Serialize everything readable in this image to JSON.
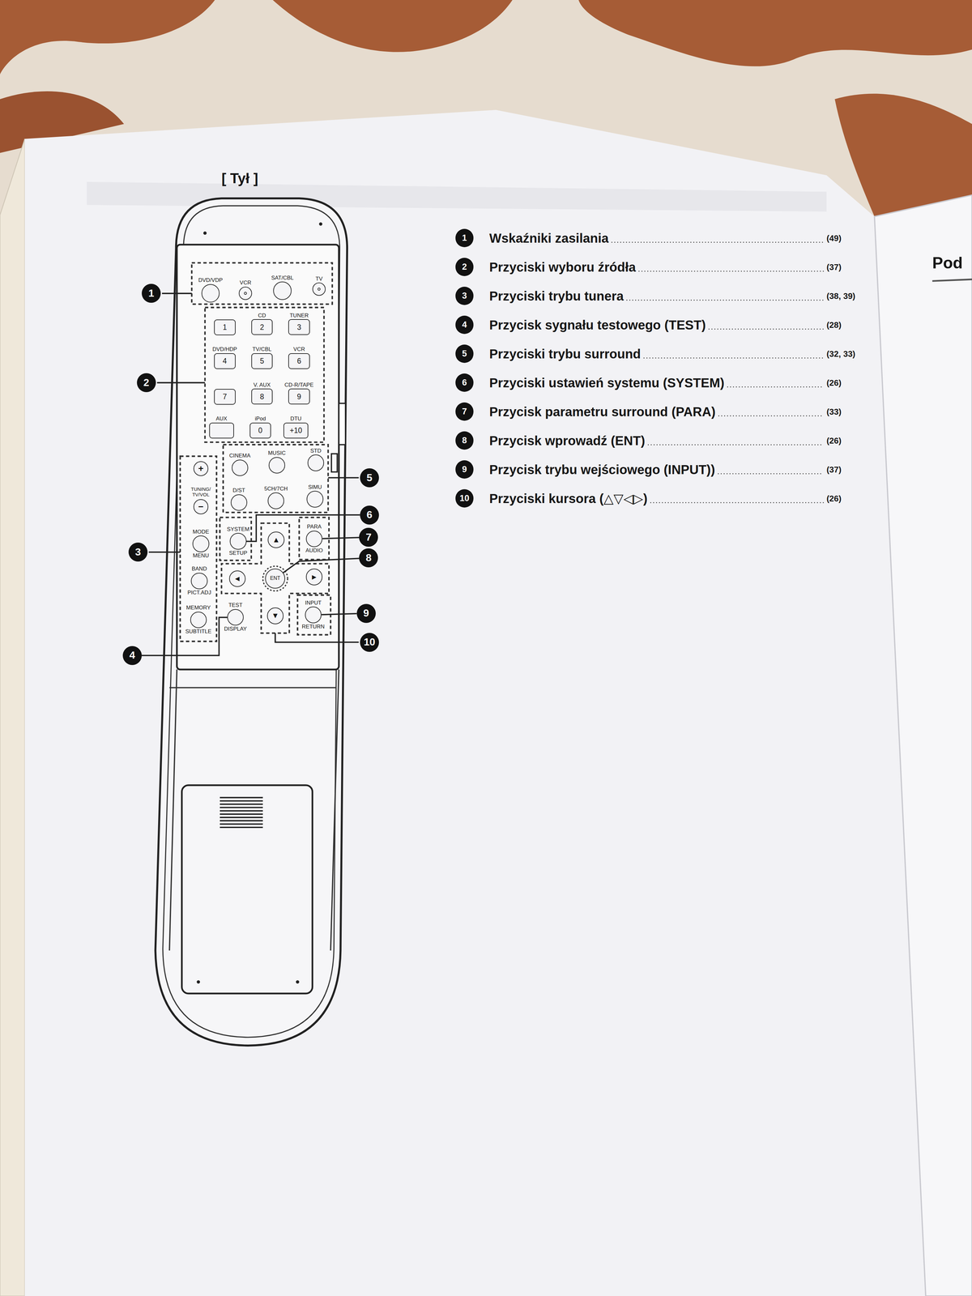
{
  "diagram": {
    "title": "[ Tył ]",
    "nodes": [
      {
        "text": [
          "DVD/VDP"
        ]
      },
      {
        "text": [
          "VCR"
        ]
      },
      {
        "text": [
          "SAT/CBL"
        ]
      },
      {
        "text": [
          "TV"
        ]
      },
      {
        "text": [
          "1"
        ]
      },
      {
        "text": [
          "CD",
          "2"
        ]
      },
      {
        "text": [
          "TUNER",
          "3"
        ]
      },
      {
        "text": [
          "DVD/HDP",
          "4"
        ]
      },
      {
        "text": [
          "TV/CBL",
          "5"
        ]
      },
      {
        "text": [
          "VCR",
          "6"
        ]
      },
      {
        "text": [
          "7"
        ]
      },
      {
        "text": [
          "V. AUX",
          "8"
        ]
      },
      {
        "text": [
          "CD-R/TAPE",
          "9"
        ]
      },
      {
        "text": [
          "AUX"
        ]
      },
      {
        "text": [
          "iPod",
          "0"
        ]
      },
      {
        "text": [
          "DTU",
          "+10"
        ]
      },
      {
        "text": [
          "+"
        ]
      },
      {
        "text": [
          "CINEMA"
        ]
      },
      {
        "text": [
          "MUSIC"
        ]
      },
      {
        "text": [
          "STD"
        ]
      },
      {
        "text": [
          "D/ST"
        ]
      },
      {
        "text": [
          "5CH/7CH"
        ]
      },
      {
        "text": [
          "SIMU"
        ]
      },
      {
        "text": [
          "−"
        ]
      },
      {
        "text": [
          "MODE",
          "MENU"
        ]
      },
      {
        "text": [
          "SYSTEM",
          "SETUP"
        ]
      },
      {
        "text": [
          "▲"
        ]
      },
      {
        "text": [
          "PARA",
          "AUDIO"
        ]
      },
      {
        "text": [
          "◀"
        ]
      },
      {
        "text": [
          "ENT"
        ]
      },
      {
        "text": [
          "▶"
        ]
      },
      {
        "text": [
          "BAND",
          "PICT.ADJ"
        ]
      },
      {
        "text": [
          "TEST",
          "DISPLAY"
        ]
      },
      {
        "text": [
          "INPUT",
          "RETURN"
        ]
      },
      {
        "text": [
          "MEMORY",
          "SUBTITLE"
        ]
      },
      {
        "text": [
          "▼"
        ]
      },
      {
        "text": [
          "1"
        ]
      },
      {
        "text": [
          "2"
        ]
      },
      {
        "text": [
          "3"
        ]
      },
      {
        "text": [
          "4"
        ]
      },
      {
        "text": [
          "5"
        ]
      },
      {
        "text": [
          "6"
        ]
      },
      {
        "text": [
          "7"
        ]
      },
      {
        "text": [
          "8"
        ]
      },
      {
        "text": [
          "9"
        ]
      },
      {
        "text": [
          "10"
        ]
      },
      {
        "text": [
          "1"
        ]
      },
      {
        "text": [
          "2"
        ]
      },
      {
        "text": [
          "3"
        ]
      },
      {
        "text": [
          "4"
        ]
      },
      {
        "text": [
          "5"
        ]
      },
      {
        "text": [
          "6"
        ]
      },
      {
        "text": [
          "7"
        ]
      },
      {
        "text": [
          "8"
        ]
      },
      {
        "text": [
          "9"
        ]
      },
      {
        "text": [
          "10"
        ]
      }
    ],
    "edges": [
      {
        "from": 39,
        "to": 32,
        "arrow": "none"
      },
      {
        "from": 41,
        "to": 25,
        "arrow": "none"
      },
      {
        "from": 42,
        "to": 27,
        "arrow": "none"
      },
      {
        "from": 43,
        "to": 29,
        "arrow": "none"
      },
      {
        "from": 44,
        "to": 33,
        "arrow": "none"
      }
    ],
    "labels": [
      "TUNING/ TV/VOL",
      "Wskaźniki zasilania",
      "(49)",
      "Przyciski wyboru źródła",
      "(37)",
      "Przyciski trybu tunera",
      "(38, 39)",
      "Przycisk sygnału testowego (TEST)",
      "(28)",
      "Przyciski trybu surround",
      "(32, 33)",
      "Przyciski ustawień systemu (SYSTEM)",
      "(26)",
      "Przycisk parametru surround (PARA)",
      "(33)",
      "Przycisk wprowadź (ENT)",
      "(26)",
      "Przycisk trybu wejściowego (INPUT))",
      "(37)",
      "Przyciski kursora (△▽◁▷)",
      "(26)",
      "Pod"
    ]
  }
}
